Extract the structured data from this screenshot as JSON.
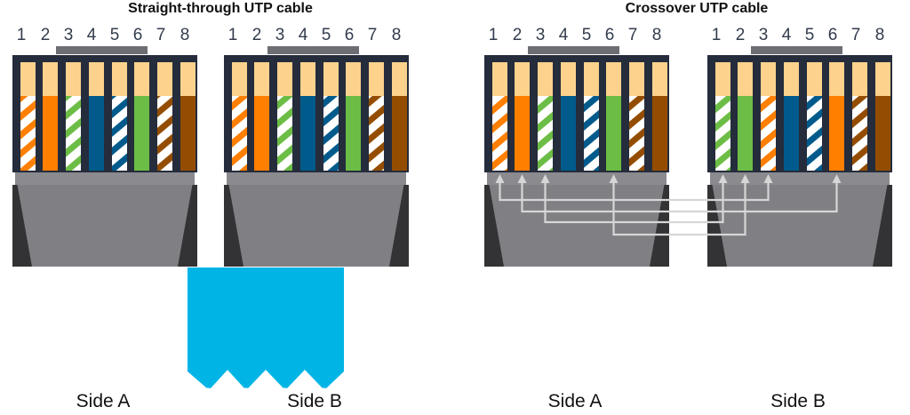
{
  "diagrams": [
    {
      "title": "Straight-through UTP cable",
      "connectors": [
        {
          "side_label": "Side A",
          "pins": [
            "1",
            "2",
            "3",
            "4",
            "5",
            "6",
            "7",
            "8"
          ],
          "wires": [
            "orange-white",
            "orange",
            "green-white",
            "blue",
            "blue-white",
            "green",
            "brown-white",
            "brown"
          ]
        },
        {
          "side_label": "Side B",
          "pins": [
            "1",
            "2",
            "3",
            "4",
            "5",
            "6",
            "7",
            "8"
          ],
          "wires": [
            "orange-white",
            "orange",
            "green-white",
            "blue",
            "blue-white",
            "green",
            "brown-white",
            "brown"
          ]
        }
      ]
    },
    {
      "title": "Crossover UTP cable",
      "connectors": [
        {
          "side_label": "Side A",
          "pins": [
            "1",
            "2",
            "3",
            "4",
            "5",
            "6",
            "7",
            "8"
          ],
          "wires": [
            "orange-white",
            "orange",
            "green-white",
            "blue",
            "blue-white",
            "green",
            "brown-white",
            "brown"
          ]
        },
        {
          "side_label": "Side B",
          "pins": [
            "1",
            "2",
            "3",
            "4",
            "5",
            "6",
            "7",
            "8"
          ],
          "wires": [
            "green-white",
            "green",
            "orange-white",
            "blue",
            "blue-white",
            "orange",
            "brown-white",
            "brown"
          ]
        }
      ],
      "crossover_links": [
        [
          1,
          3
        ],
        [
          2,
          6
        ],
        [
          3,
          1
        ],
        [
          6,
          2
        ]
      ]
    }
  ],
  "colors": {
    "orange": "#ff7f00",
    "green": "#6cbd45",
    "blue": "#005b8c",
    "brown": "#944d00",
    "white": "#ffffff",
    "contact": "#fcd28c",
    "housing": "#252c3c",
    "body": "#7f7f84",
    "body_dark": "#333336",
    "cable": "#00b5e6",
    "pair_bracket": "#6d6d74",
    "link_line": "#d6d6d6"
  }
}
